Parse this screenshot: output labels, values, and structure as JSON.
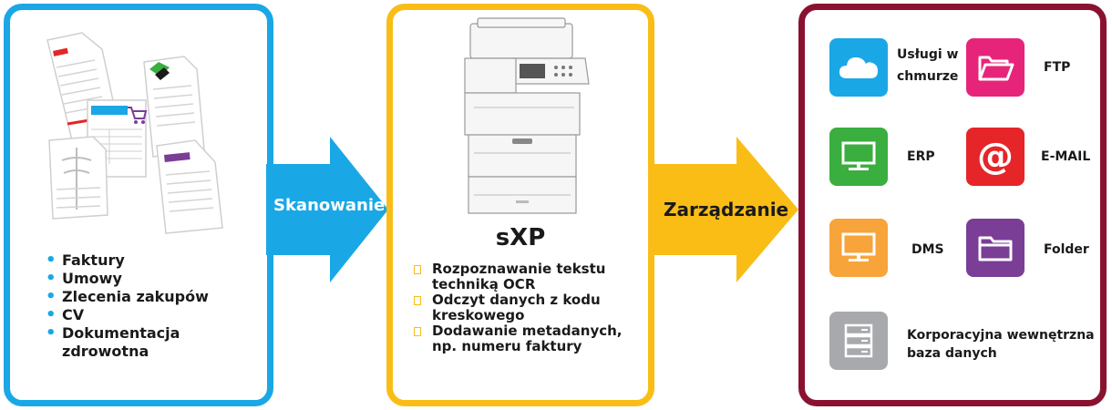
{
  "colors": {
    "blue": "#1aa7e6",
    "yellow": "#f9bd16",
    "crimson": "#8a1230"
  },
  "arrows": {
    "scan_label": "Skanowanie",
    "manage_label": "Zarządzanie"
  },
  "documents": {
    "items": [
      "Faktury",
      "Umowy",
      "Zlecenia zakupów",
      "CV",
      "Dokumentacja zdrowotna"
    ]
  },
  "device": {
    "title": "sXP",
    "features": [
      "Rozpoznawanie tekstu techniką OCR",
      "Odczyt danych z kodu kreskowego",
      "Dodawanie metadanych, np. numeru faktury"
    ]
  },
  "destinations": [
    {
      "label": "Usługi w chmurze",
      "icon": "cloud-icon",
      "color": "#1aa7e6"
    },
    {
      "label": "FTP",
      "icon": "folder-open-icon",
      "color": "#e6257a"
    },
    {
      "label": "ERP",
      "icon": "monitor-icon",
      "color": "#3aae3e"
    },
    {
      "label": "E-MAIL",
      "icon": "at-sign-icon",
      "color": "#e52528"
    },
    {
      "label": "DMS",
      "icon": "monitor-icon",
      "color": "#f7a43a"
    },
    {
      "label": "Folder",
      "icon": "folder-icon",
      "color": "#7a3e97"
    },
    {
      "label": "Korporacyjna wewnętrzna baza danych",
      "icon": "server-icon",
      "color": "#a7a9ac"
    }
  ]
}
